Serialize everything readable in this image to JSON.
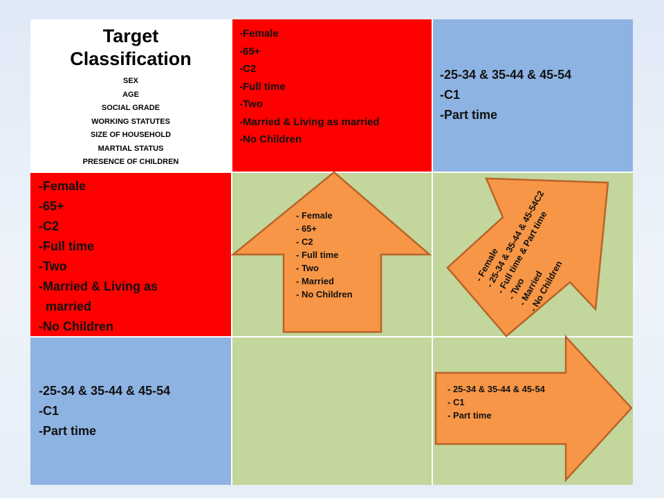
{
  "title": {
    "main": "Target Classification",
    "criteria": [
      "SEX",
      "AGE",
      "SOCIAL GRADE",
      "WORKING STATUTES",
      "SIZE OF HOUSEHOLD",
      "MARTIAL STATUS",
      "PRESENCE OF CHILDREN"
    ]
  },
  "top_red": [
    "-Female",
    "-65+",
    "-C2",
    "-Full time",
    "-Two",
    "-Married & Living as married",
    "-No Children"
  ],
  "top_blue": [
    "-25-34 & 35-44 & 45-54",
    "-C1",
    "-Part time"
  ],
  "left_red": [
    "-Female",
    "-65+",
    "-C2",
    "-Full time",
    "-Two",
    "-Married & Living as",
    "  married",
    "-No Children"
  ],
  "left_blue": [
    "-25-34 & 35-44 & 45-54",
    "-C1",
    "-Part time"
  ],
  "arrow_up": [
    "- Female",
    "- 65+",
    "- C2",
    "- Full time",
    "- Two",
    "- Married",
    "- No Children"
  ],
  "arrow_diag": [
    "- Female",
    "- 25-34 & 35-44 & 45-54C2",
    "- Full time & Part time",
    "- Two",
    "- Married",
    "- No Children"
  ],
  "arrow_right": [
    "- 25-34 & 35-44 & 45-54",
    "- C1",
    "- Part time"
  ],
  "colors": {
    "red": "#ff0000",
    "blue": "#8db3e2",
    "green": "#c3d69b",
    "arrow_fill": "#f79646",
    "arrow_stroke": "#b7632a"
  }
}
